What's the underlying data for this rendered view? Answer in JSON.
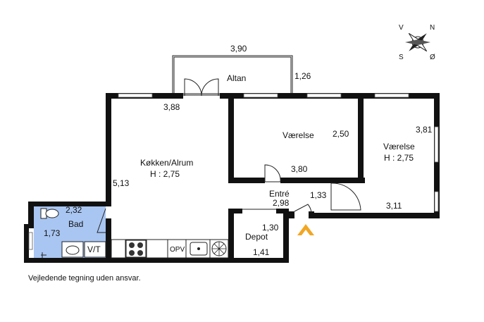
{
  "rooms": {
    "altan": {
      "name": "Altan",
      "width": "3,90",
      "depth": "1,26"
    },
    "kokken": {
      "name": "Køkken/Alrum",
      "height": "H : 2,75",
      "width": "3,88",
      "depth": "5,13"
    },
    "vaerelse1": {
      "name": "Værelse",
      "width": "3,80",
      "depth": "2,50"
    },
    "vaerelse2": {
      "name": "Værelse",
      "height": "H : 2,75",
      "width": "3,11",
      "depth": "3,81"
    },
    "entre": {
      "name": "Entré",
      "width": "2,98",
      "depth": "1,33"
    },
    "depot": {
      "name": "Depot",
      "width": "1,41",
      "depth": "1,30"
    },
    "bad": {
      "name": "Bad",
      "width": "2,32",
      "depth": "1,73"
    }
  },
  "fixtures": {
    "washer_dryer": "V/T",
    "dishwasher": "OPV"
  },
  "compass": {
    "n": "N",
    "s": "S",
    "v": "V",
    "o": "Ø"
  },
  "colors": {
    "bathroom": "#a9c6f2",
    "wall": "#111111",
    "entrance_arrow": "#f2a623"
  },
  "disclaimer": "Vejledende tegning uden ansvar."
}
